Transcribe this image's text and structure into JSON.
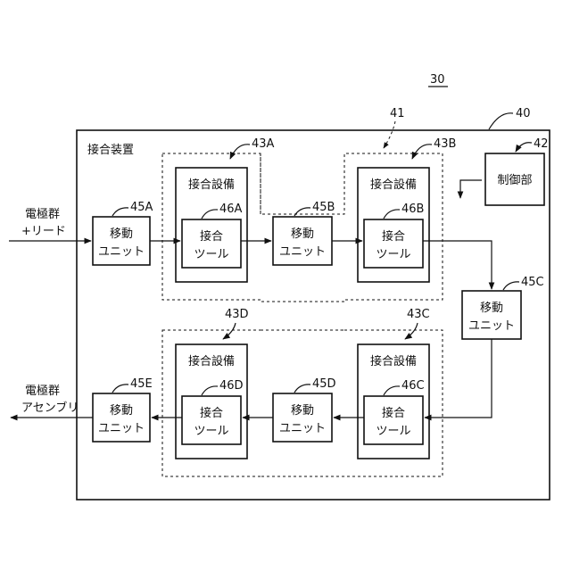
{
  "figure_ref": "30",
  "device": {
    "label": "接合装置",
    "ref": "40"
  },
  "group_ref": "41",
  "controller": {
    "label": "制御部",
    "ref": "42"
  },
  "input_label": [
    "電極群",
    "+リード"
  ],
  "output_label": [
    "電極群",
    "アセンブリ"
  ],
  "equipment": [
    {
      "ref": "43A",
      "label": "接合設備",
      "tool_ref": "46A",
      "tool_label": [
        "接合",
        "ツール"
      ]
    },
    {
      "ref": "43B",
      "label": "接合設備",
      "tool_ref": "46B",
      "tool_label": [
        "接合",
        "ツール"
      ]
    },
    {
      "ref": "43C",
      "label": "接合設備",
      "tool_ref": "46C",
      "tool_label": [
        "接合",
        "ツール"
      ]
    },
    {
      "ref": "43D",
      "label": "接合設備",
      "tool_ref": "46D",
      "tool_label": [
        "接合",
        "ツール"
      ]
    }
  ],
  "move_units": [
    {
      "ref": "45A",
      "label": [
        "移動",
        "ユニット"
      ]
    },
    {
      "ref": "45B",
      "label": [
        "移動",
        "ユニット"
      ]
    },
    {
      "ref": "45C",
      "label": [
        "移動",
        "ユニット"
      ]
    },
    {
      "ref": "45D",
      "label": [
        "移動",
        "ユニット"
      ]
    },
    {
      "ref": "45E",
      "label": [
        "移動",
        "ユニット"
      ]
    }
  ]
}
